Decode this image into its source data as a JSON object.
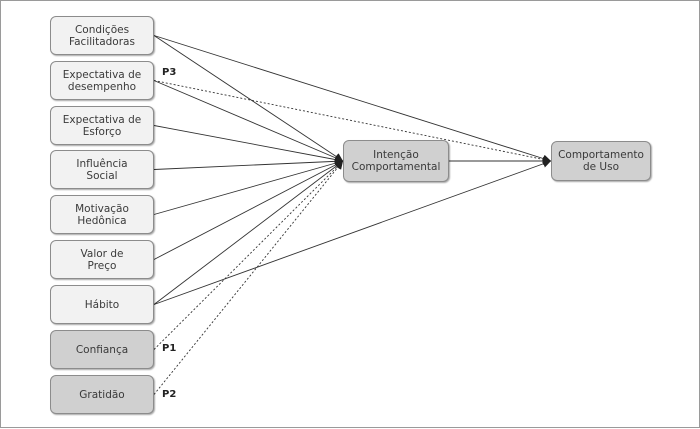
{
  "nodes": {
    "condicoes": "Condições\nFacilitadoras",
    "expectativa_desempenho": "Expectativa de\ndesempenho",
    "expectativa_esforco": "Expectativa de\nEsforço",
    "influencia": "Influência\nSocial",
    "motivacao": "Motivação\nHedônica",
    "valor": "Valor de\nPreço",
    "habito": "Hábito",
    "confianca": "Confiança",
    "gratidao": "Gratidão",
    "intencao": "Intenção\nComportamental",
    "comportamento": "Comportamento\nde Uso"
  },
  "labels": {
    "p1": "P1",
    "p2": "P2",
    "p3": "P3"
  },
  "colors": {
    "node_light": "#f2f2f2",
    "node_dark": "#d0d0d0",
    "line": "#333333"
  },
  "edges": [
    {
      "from": "condicoes",
      "to": "intencao",
      "style": "solid"
    },
    {
      "from": "condicoes",
      "to": "comportamento",
      "style": "solid"
    },
    {
      "from": "expectativa_desempenho",
      "to": "intencao",
      "style": "solid"
    },
    {
      "from": "expectativa_desempenho",
      "to": "comportamento",
      "style": "dotted"
    },
    {
      "from": "expectativa_esforco",
      "to": "intencao",
      "style": "solid"
    },
    {
      "from": "influencia",
      "to": "intencao",
      "style": "solid"
    },
    {
      "from": "motivacao",
      "to": "intencao",
      "style": "solid"
    },
    {
      "from": "valor",
      "to": "intencao",
      "style": "solid"
    },
    {
      "from": "habito",
      "to": "intencao",
      "style": "solid"
    },
    {
      "from": "habito",
      "to": "comportamento",
      "style": "solid"
    },
    {
      "from": "confianca",
      "to": "intencao",
      "style": "dotted"
    },
    {
      "from": "gratidao",
      "to": "intencao",
      "style": "dotted"
    },
    {
      "from": "intencao",
      "to": "comportamento",
      "style": "solid"
    }
  ]
}
